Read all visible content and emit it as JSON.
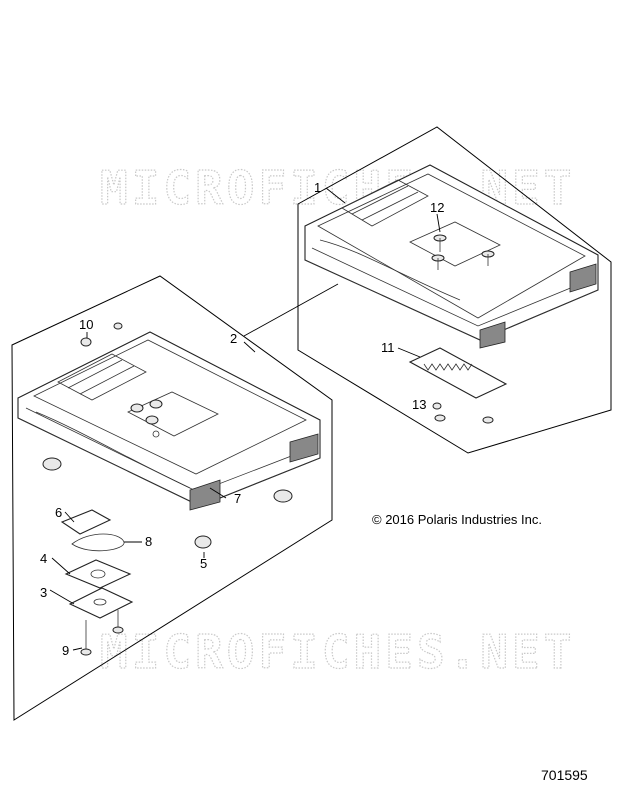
{
  "watermark": "MICROFICHES.NET",
  "copyright": "© 2016 Polaris Industries Inc.",
  "document_number": "701595",
  "callouts": {
    "c1": "1",
    "c2": "2",
    "c3": "3",
    "c4": "4",
    "c5": "5",
    "c6": "6",
    "c7": "7",
    "c8": "8",
    "c9": "9",
    "c10": "10",
    "c11": "11",
    "c12": "12",
    "c13": "13"
  }
}
